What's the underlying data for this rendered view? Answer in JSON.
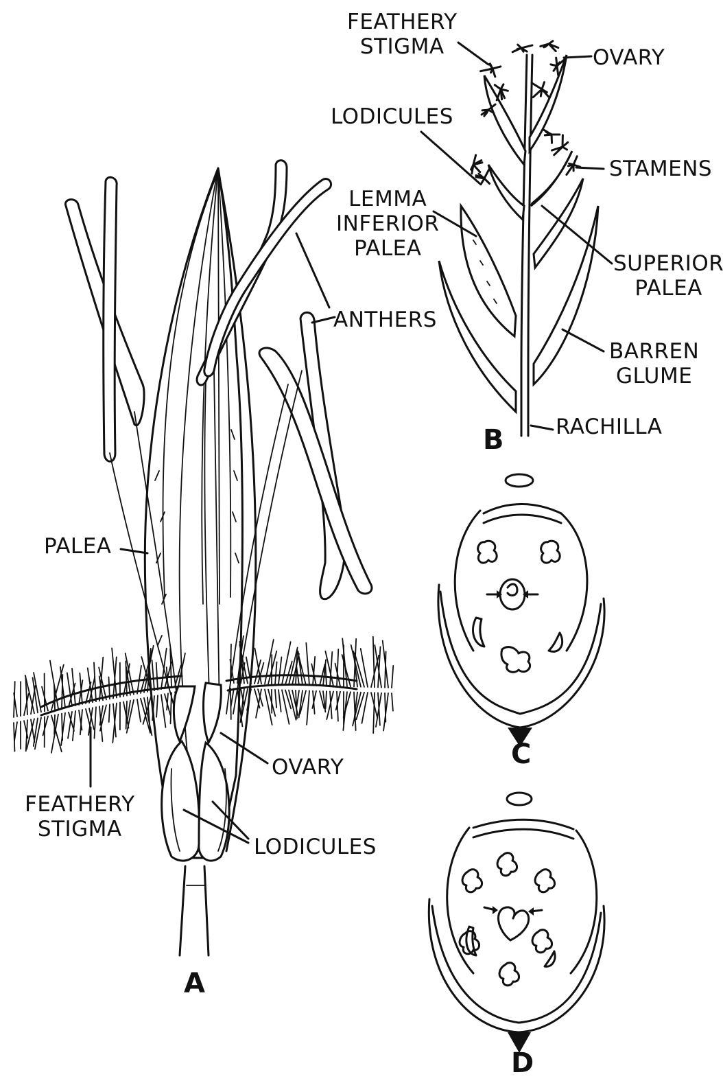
{
  "figure": {
    "panel_a": {
      "letter": "A",
      "labels": {
        "palea": "PALEA",
        "anthers": "ANTHERS",
        "ovary": "OVARY",
        "feathery_stigma_line1": "FEATHERY",
        "feathery_stigma_line2": "STIGMA",
        "lodicules": "LODICULES"
      }
    },
    "panel_b": {
      "letter": "B",
      "labels": {
        "feathery_stigma_line1": "FEATHERY",
        "feathery_stigma_line2": "STIGMA",
        "ovary": "OVARY",
        "lodicules": "LODICULES",
        "stamens": "STAMENS",
        "lemma_line1": "LEMMA",
        "lemma_line2": "INFERIOR",
        "lemma_line3": "PALEA",
        "superior_palea_line1": "SUPERIOR",
        "superior_palea_line2": "PALEA",
        "barren_glume_line1": "BARREN",
        "barren_glume_line2": "GLUME",
        "rachilla": "RACHILLA"
      }
    },
    "panel_c": {
      "letter": "C"
    },
    "panel_d": {
      "letter": "D"
    }
  }
}
